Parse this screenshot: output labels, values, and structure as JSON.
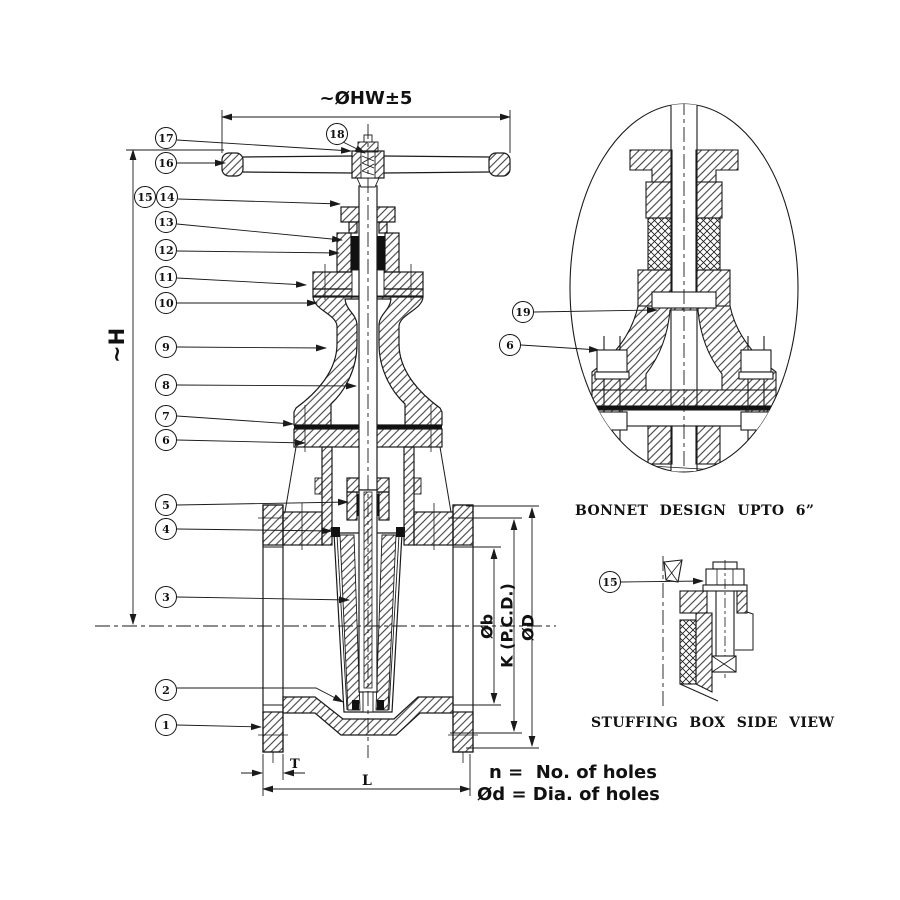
{
  "colors": {
    "ink": "#1a1a1a",
    "bg": "#ffffff"
  },
  "dims": {
    "hw": "~ØHW±5",
    "h": "~H",
    "b": "Øb",
    "k": "K (P.C.D.)",
    "d": "ØD",
    "t": "T",
    "l": "L"
  },
  "notes": {
    "n_holes": "n =  No. of holes",
    "d_holes": "Ød = Dia. of holes"
  },
  "captions": {
    "bonnet": "BONNET DESIGN UPTO 6”",
    "stuffing": "STUFFING BOX SIDE VIEW"
  },
  "callouts": {
    "c1": "1",
    "c2": "2",
    "c3": "3",
    "c4": "4",
    "c5": "5",
    "c6": "6",
    "c7": "7",
    "c8": "8",
    "c9": "9",
    "c10": "10",
    "c11": "11",
    "c12": "12",
    "c13": "13",
    "c14": "14",
    "c15": "15",
    "c16": "16",
    "c17": "17",
    "c18": "18",
    "c19": "19",
    "c6_detail": "6",
    "c15_detail": "15"
  }
}
